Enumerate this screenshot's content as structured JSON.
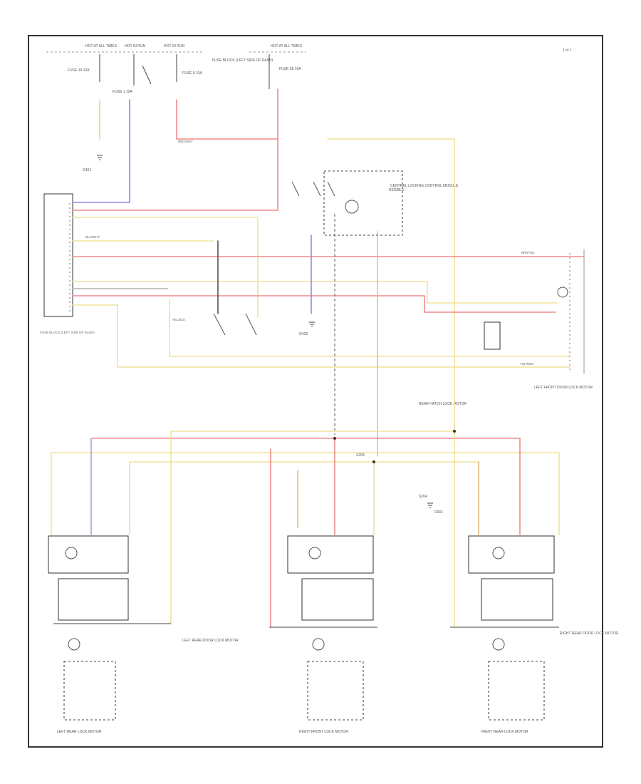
{
  "diagram": {
    "ref_code": "1 of 1",
    "corner_mark": "",
    "colors": {
      "red": "#f08a8a",
      "yellow": "#f0e29a",
      "blue": "#8a8ae8",
      "purple": "#b89ad8",
      "orange": "#e8b87a",
      "dark": "#333333"
    },
    "top_labels": [
      "HOT AT ALL TIMES",
      "HOT IN RUN",
      "HOT IN RUN",
      "HOT AT ALL TIMES"
    ],
    "fuse_labels": [
      "FUSE 19 10A",
      "FUSE 1 10A",
      "FUSE 9 10A",
      "FUSE 28 10A"
    ],
    "component_notes": [
      "FUSE BLOCK (LEFT SIDE OF DASH)",
      "CENTRAL LOCKING CONTROL MODULE",
      "REAR HATCH LOCK MOTOR",
      "LEFT FRONT DOOR LOCK MOTOR",
      "LEFT REAR DOOR LOCK MOTOR",
      "RIGHT REAR DOOR LOCK MOTOR"
    ],
    "bottom_labels": [
      "LEFT REAR LOCK MOTOR",
      "RIGHT FRONT LOCK MOTOR",
      "RIGHT REAR LOCK MOTOR"
    ],
    "splice_labels": [
      "S203",
      "S204"
    ],
    "ground_labels": [
      "G401",
      "G402",
      "G501"
    ],
    "wire_labels": [
      "RED/BLU",
      "YEL/BLK",
      "RED/WHT",
      "BLU/WHT",
      "BRN/YEL",
      "YEL/RED"
    ]
  }
}
